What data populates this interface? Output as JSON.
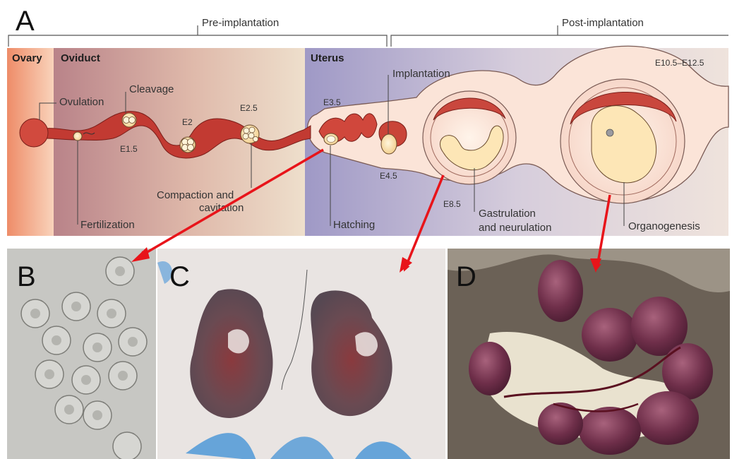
{
  "panels": {
    "a": "A",
    "b": "B",
    "c": "C",
    "d": "D"
  },
  "phases": {
    "pre": "Pre-implantation",
    "post": "Post-implantation"
  },
  "regions": {
    "ovary": "Ovary",
    "oviduct": "Oviduct",
    "uterus": "Uterus"
  },
  "stages": {
    "ovulation": "Ovulation",
    "cleavage": "Cleavage",
    "fertilization": "Fertilization",
    "compaction_1": "Compaction and",
    "compaction_2": "cavitation",
    "hatching": "Hatching",
    "implantation": "Implantation",
    "gastrulation_1": "Gastrulation",
    "gastrulation_2": "and neurulation",
    "organogenesis": "Organogenesis"
  },
  "days": {
    "e15": "E1.5",
    "e2": "E2",
    "e25": "E2.5",
    "e35": "E3.5",
    "e45": "E4.5",
    "e85": "E8.5",
    "e105": "E10.5–E12.5"
  },
  "colors": {
    "ovary": "#f0a080",
    "oviduct": "#c48c8e",
    "uterus": "#a9a2c8",
    "tube": "#c23a32",
    "uterus_body": "#fbe6dc",
    "embryo": "#fde6b6",
    "arrow": "#e8141a"
  }
}
